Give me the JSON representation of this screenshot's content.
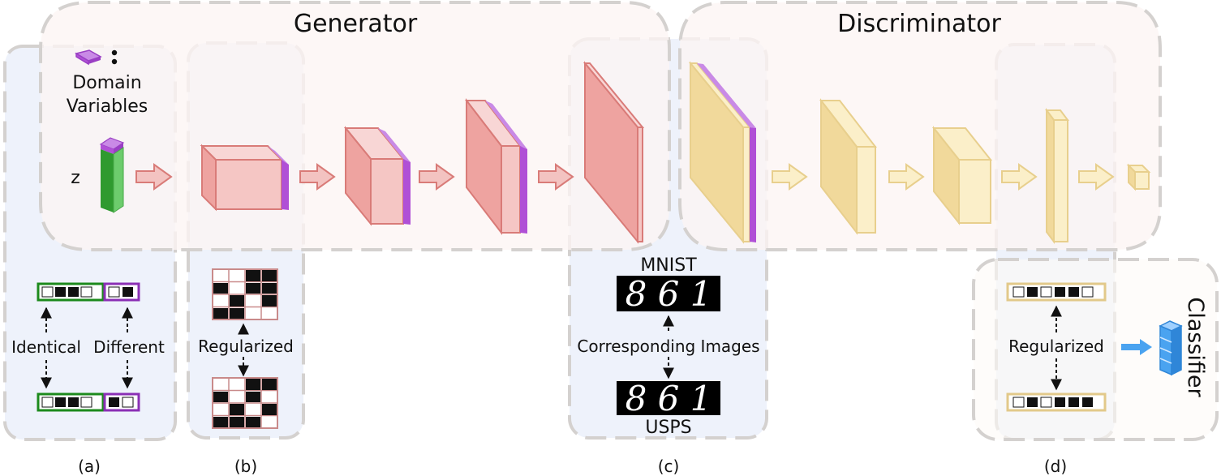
{
  "titles": {
    "generator": "Generator",
    "discriminator": "Discriminator",
    "classifier": "Classifier"
  },
  "panel_a": {
    "legend_dots": ":",
    "domain_variables": [
      "Domain",
      "Variables"
    ],
    "z_label": "z",
    "identical": "Identical",
    "different": "Different",
    "caption": "(a)"
  },
  "panel_b": {
    "regularized": "Regularized",
    "caption": "(b)"
  },
  "panel_c": {
    "mnist": "MNIST",
    "usps": "USPS",
    "corresponding_images": "Corresponding Images",
    "mnist_digits": "8 6 1",
    "usps_digits": "8 6 1",
    "caption": "(c)"
  },
  "panel_d": {
    "regularized": "Regularized",
    "caption": "(d)"
  },
  "colors": {
    "generator_face": "#f5c6c4",
    "generator_side": "#eea3a0",
    "generator_edge": "#d97b78",
    "discriminator_face": "#fbefc9",
    "discriminator_side": "#f1d99b",
    "discriminator_edge": "#e8cf8d",
    "domain_purple": "#b050d6",
    "latent_green": "#6dcc6d",
    "classifier_blue": "#4aa3f0",
    "panel_blue": "#eef2fb",
    "region_pink": "#fcf5f3",
    "dashed_gray": "#d4d1cf"
  }
}
